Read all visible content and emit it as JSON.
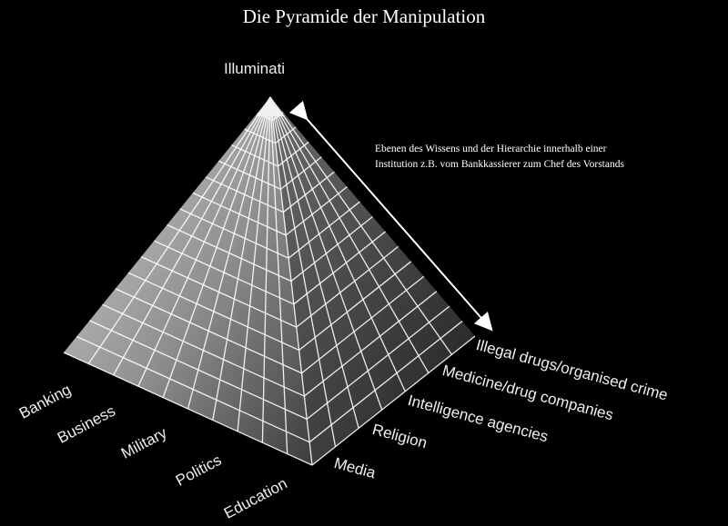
{
  "title": "Die Pyramide der Manipulation",
  "apex_label": "Illuminati",
  "annotation": {
    "line1": "Ebenen des Wissens und der Hierarchie innerhalb einer",
    "line2": "Institution z.B. vom Bankkassierer zum Chef des Vorstands"
  },
  "left_face_labels": [
    "Banking",
    "Business",
    "Military",
    "Politics",
    "Education"
  ],
  "right_face_labels": [
    "Media",
    "Religion",
    "Intelligence agencies",
    "Medicine/drug companies",
    "Illegal drugs/organised crime"
  ],
  "colors": {
    "background": "#000000",
    "left_face": "#b4b4b4",
    "right_face": "#3a3a3a",
    "grid": "#ffffff"
  }
}
